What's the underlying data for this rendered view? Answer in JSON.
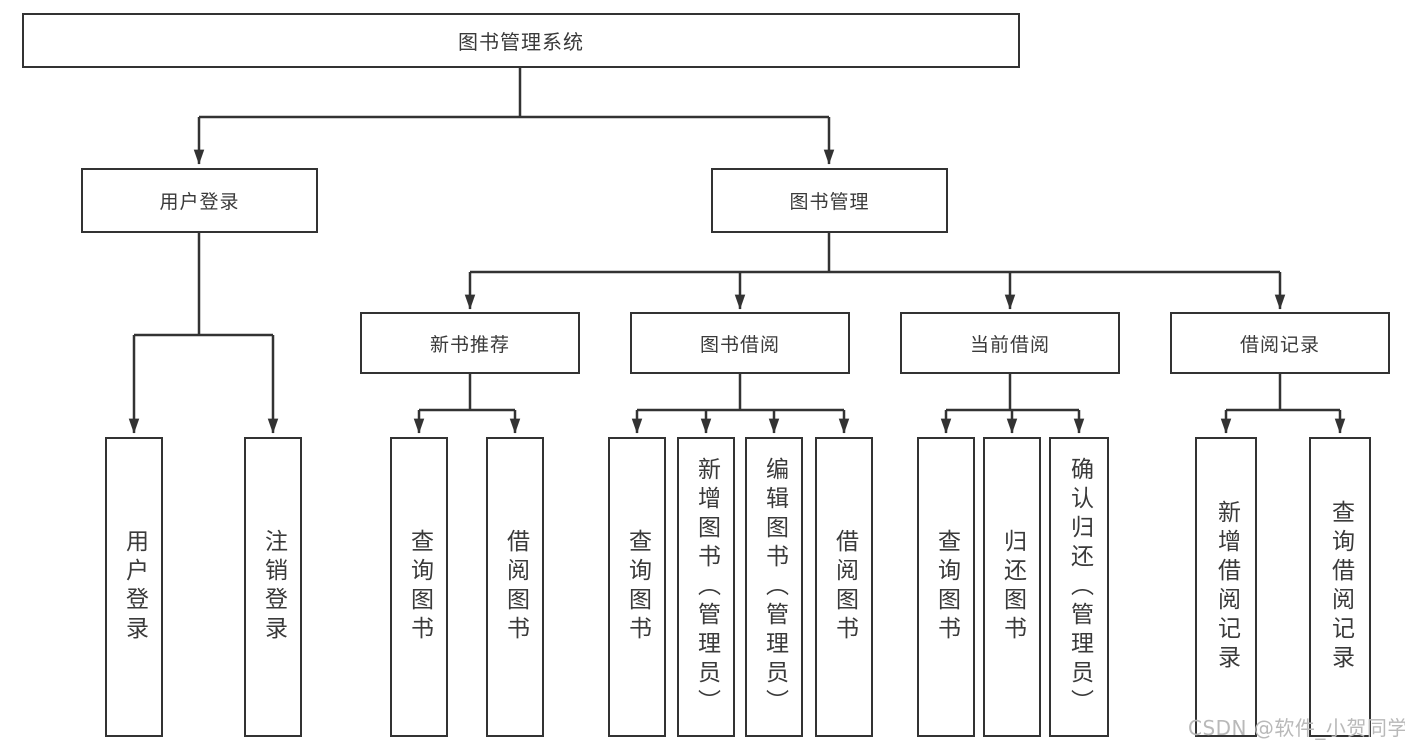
{
  "diagram": {
    "title": "图书管理系统",
    "type": "function-structure-tree"
  },
  "tree": {
    "root": {
      "label": "图书管理系统"
    },
    "branches": [
      {
        "label": "用户登录",
        "children": [
          {
            "label": "用户登录"
          },
          {
            "label": "注销登录"
          }
        ]
      },
      {
        "label": "图书管理",
        "children": [
          {
            "label": "新书推荐",
            "children": [
              {
                "label": "查询图书"
              },
              {
                "label": "借阅图书"
              }
            ]
          },
          {
            "label": "图书借阅",
            "children": [
              {
                "label": "查询图书"
              },
              {
                "label": "新增图书（管理员）"
              },
              {
                "label": "编辑图书（管理员）"
              },
              {
                "label": "借阅图书"
              }
            ]
          },
          {
            "label": "当前借阅",
            "children": [
              {
                "label": "查询图书"
              },
              {
                "label": "归还图书"
              },
              {
                "label": "确认归还（管理员）"
              }
            ]
          },
          {
            "label": "借阅记录",
            "children": [
              {
                "label": "新增借阅记录"
              },
              {
                "label": "查询借阅记录"
              }
            ]
          }
        ]
      }
    ]
  },
  "watermark": {
    "text": "CSDN @软件_小贺同学"
  },
  "colors": {
    "line": "#333333",
    "text": "#3a3a3a",
    "watermark": "#b9b9b9",
    "background": "#ffffff"
  }
}
